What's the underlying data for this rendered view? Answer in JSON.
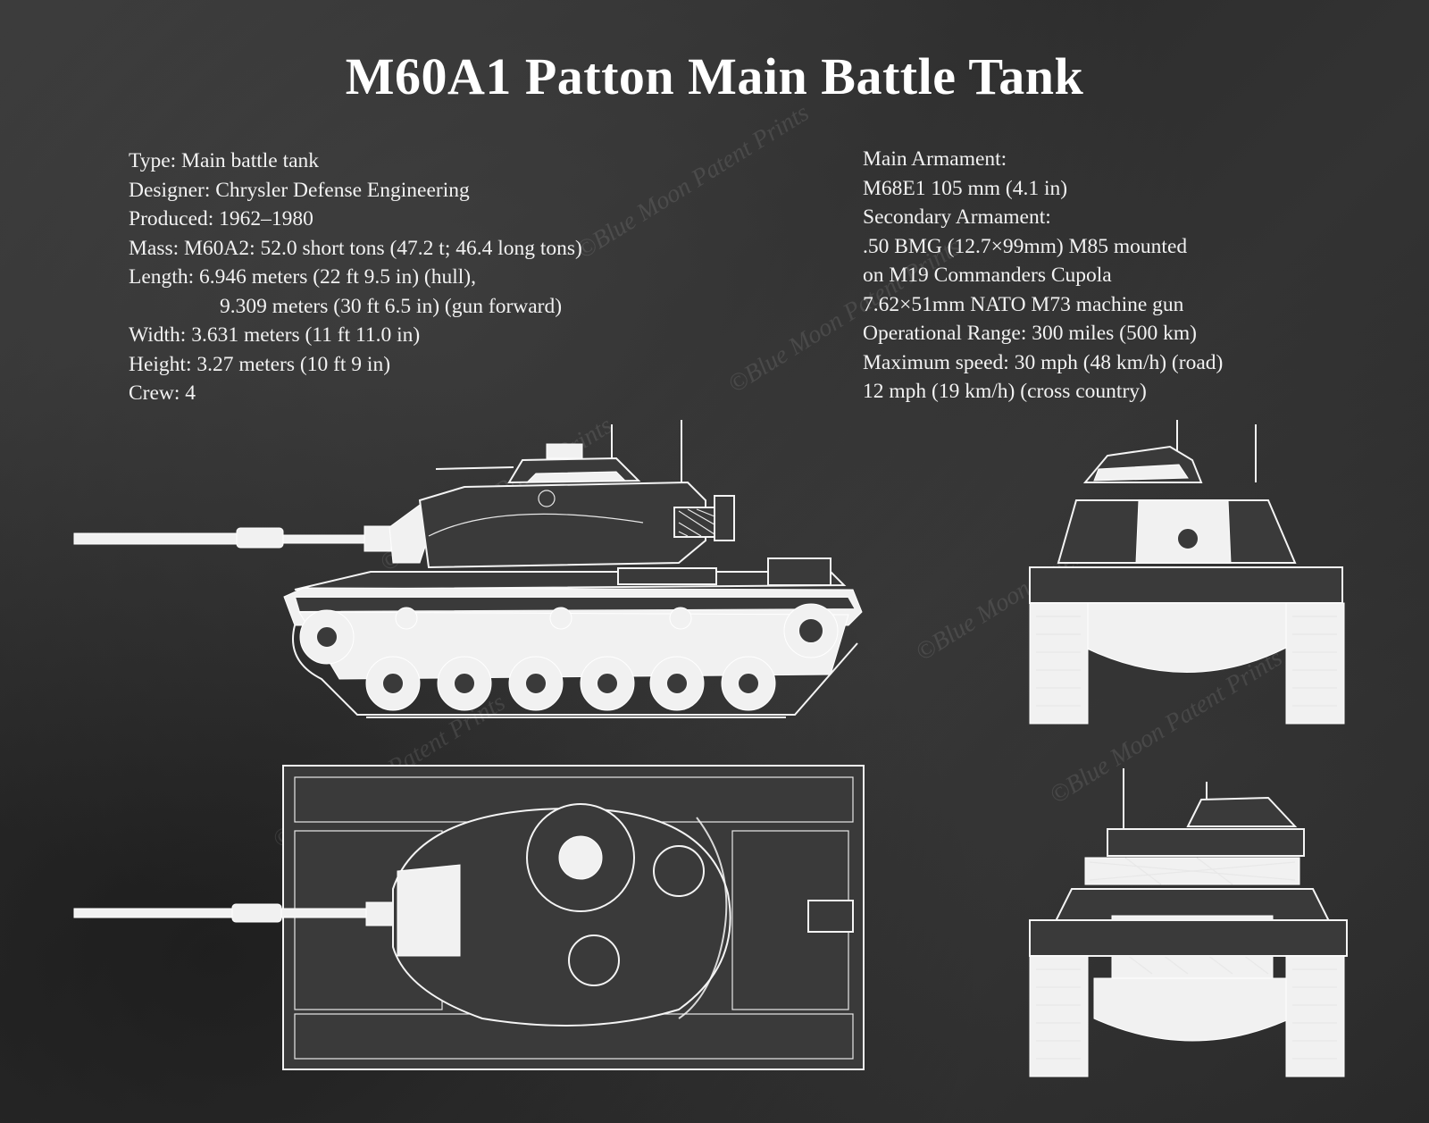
{
  "title": "M60A1 Patton Main Battle Tank",
  "specs_left": [
    "Type:  Main battle tank",
    "Designer:  Chrysler Defense Engineering",
    "Produced: 1962–1980",
    "Mass: M60A2: 52.0 short tons (47.2 t; 46.4 long tons)",
    "Length:  6.946 meters (22 ft 9.5 in) (hull),",
    "9.309 meters (30 ft 6.5 in) (gun forward)",
    "Width:  3.631 meters (11 ft 11.0 in)",
    "Height:  3.27 meters (10 ft 9 in)",
    "Crew:  4"
  ],
  "specs_right": [
    "Main Armament:",
    "M68E1 105 mm (4.1 in)",
    "Secondary Armament:",
    ".50 BMG (12.7×99mm) M85 mounted",
    "on M19 Commanders Cupola",
    "7.62×51mm NATO M73 machine gun",
    "Operational Range: 300 miles (500 km)",
    "Maximum speed: 30 mph (48 km/h) (road)",
    "12 mph (19 km/h) (cross country)"
  ],
  "watermark": "©Blue Moon Patent Prints",
  "colors": {
    "background": "#2d2d2d",
    "ink": "#f4f4f4"
  }
}
